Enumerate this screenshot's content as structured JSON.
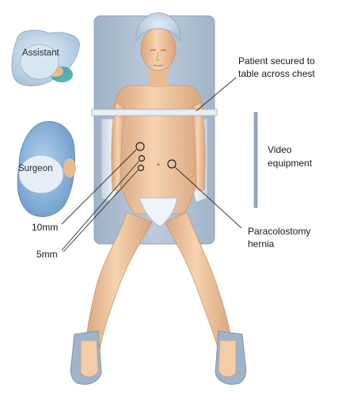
{
  "labels": {
    "assistant": "Assistant",
    "surgeon": "Surgeon",
    "patient_line1": "Patient secured to",
    "patient_line2": "table across chest",
    "video_line1": "Video",
    "video_line2": "equipment",
    "port_10mm": "10mm",
    "port_5mm": "5mm",
    "hernia_line1": "Paracolostomy",
    "hernia_line2": "hernia"
  },
  "colors": {
    "table": "#b3c3d5",
    "table_edge": "#8fa3ba",
    "skin": "#efc69e",
    "skin_shadow": "#d8a57a",
    "cap": "#c9dbea",
    "drape": "#dfe7ef",
    "surgeon_gown": "#8fb8e0",
    "assistant_gown": "#c8dbec",
    "leader_line": "#2b2b2b"
  }
}
